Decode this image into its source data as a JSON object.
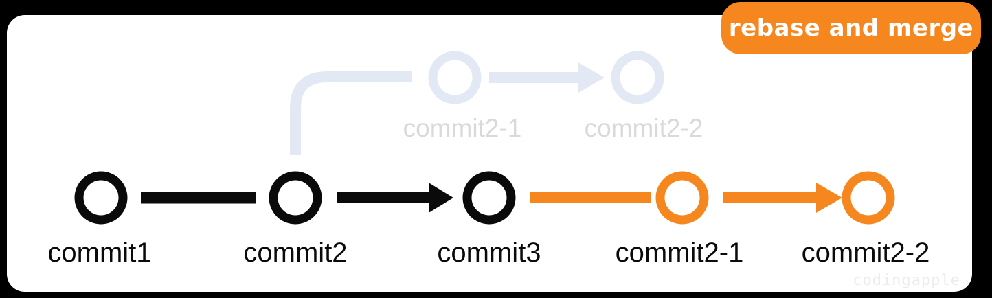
{
  "badge": {
    "label": "rebase and merge",
    "background_color": "#f6871f",
    "text_color": "#ffffff"
  },
  "colors": {
    "outer_background": "#000000",
    "panel_background": "#ffffff",
    "main_black": "#0a0a0a",
    "accent_orange": "#f6871f",
    "ghost_branch": "#e3e8f5",
    "ghost_label": "#d9d9d9",
    "watermark_gray": "#ececec"
  },
  "diagram": {
    "main_commits": [
      {
        "label": "commit1",
        "color": "black"
      },
      {
        "label": "commit2",
        "color": "black"
      },
      {
        "label": "commit3",
        "color": "black"
      },
      {
        "label": "commit2-1",
        "color": "orange"
      },
      {
        "label": "commit2-2",
        "color": "orange"
      }
    ],
    "ghost_commits": [
      {
        "label": "commit2-1"
      },
      {
        "label": "commit2-2"
      }
    ]
  },
  "watermark": "codingapple"
}
